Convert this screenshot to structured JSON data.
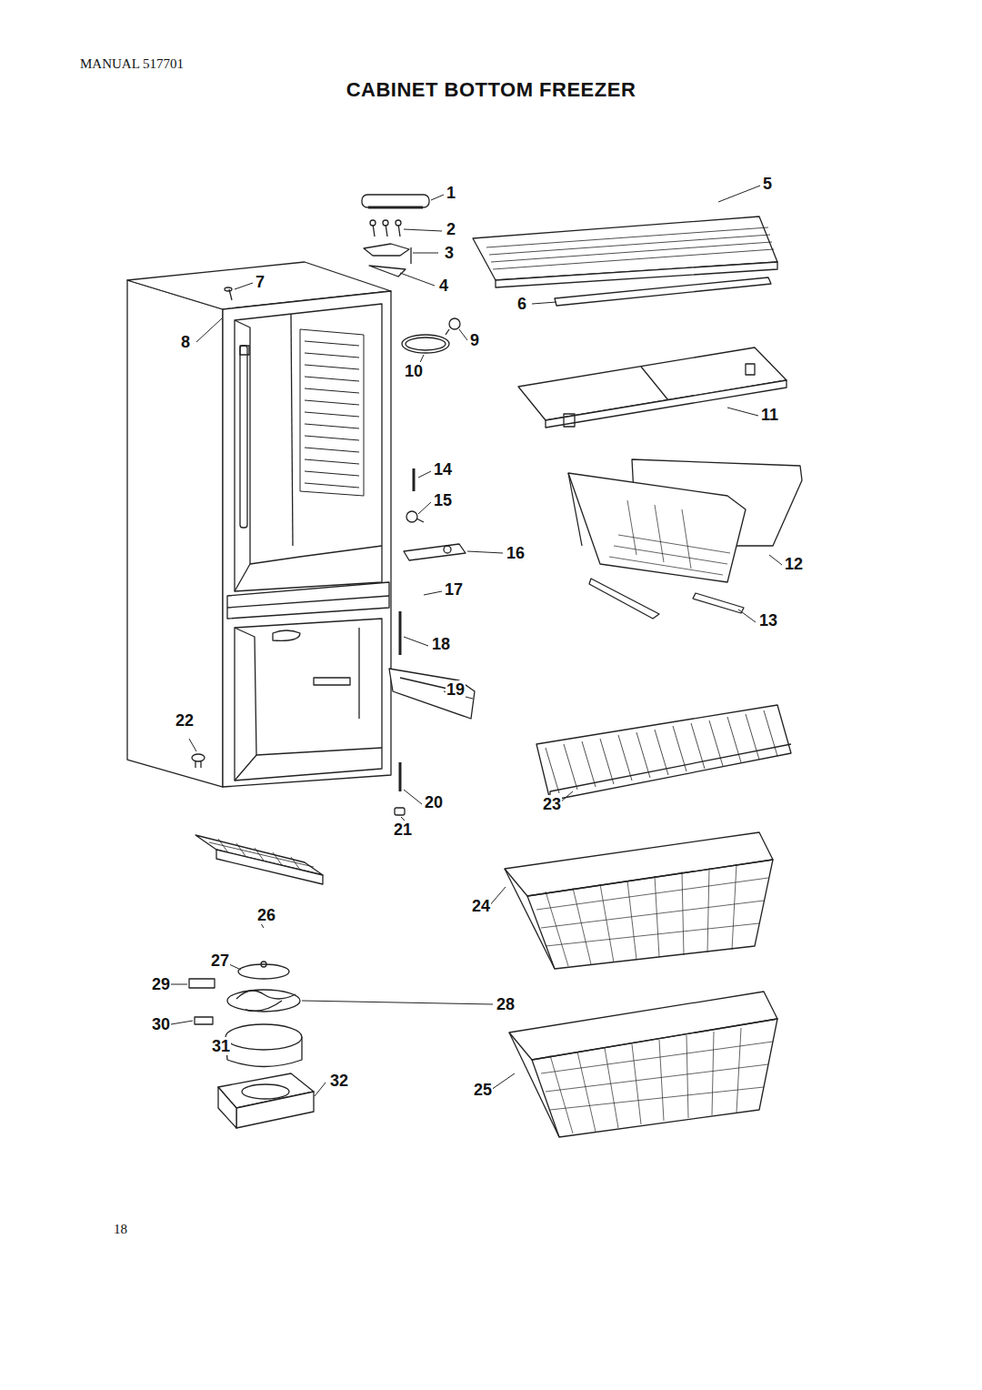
{
  "diagram": {
    "title": "CABINET BOTTOM FREEZER",
    "labels": [
      "MANUAL 517701",
      "1",
      "2",
      "3",
      "4",
      "5",
      "6",
      "7",
      "8",
      "9",
      "10",
      "11",
      "12",
      "13",
      "14",
      "15",
      "16",
      "17",
      "18",
      "19",
      "20",
      "21",
      "22",
      "23",
      "24",
      "25",
      "26",
      "27",
      "28",
      "29",
      "30",
      "31",
      "32",
      "18"
    ]
  }
}
